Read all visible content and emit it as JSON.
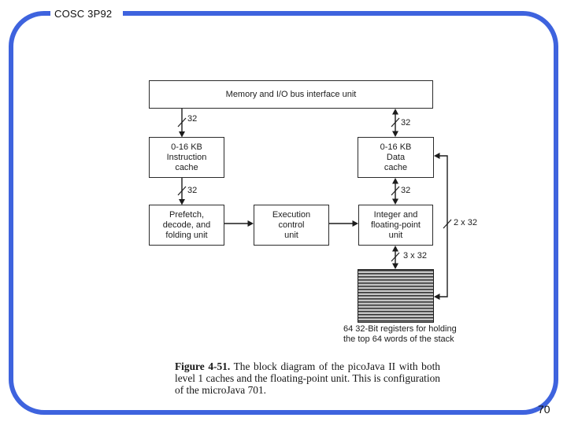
{
  "slide": {
    "course_code": "COSC 3P92",
    "page_number": "70",
    "accent_color": "#3E63DE"
  },
  "diagram": {
    "boxes": {
      "memory": [
        "Memory and I/O bus interface unit"
      ],
      "instruction_cache": [
        "0-16 KB",
        "Instruction",
        "cache"
      ],
      "data_cache": [
        "0-16 KB",
        "Data",
        "cache"
      ],
      "prefetch": [
        "Prefetch,",
        "decode, and",
        "folding unit"
      ],
      "execution": [
        "Execution",
        "control",
        "unit"
      ],
      "integer_fp": [
        "Integer and",
        "floating-point",
        "unit"
      ]
    },
    "bus_labels": {
      "memory_to_icache": "32",
      "memory_to_dcache": "32",
      "icache_to_prefetch": "32",
      "dcache_to_integer": "32",
      "integer_to_stack": "3 x 32",
      "stack_to_dcache": "2 x 32"
    },
    "stack_caption": [
      "64 32-Bit registers for holding",
      "the top 64 words of the stack"
    ]
  },
  "figure_caption": {
    "label": "Figure 4-51.",
    "text": "The block diagram of the picoJava II with both level 1 caches and the floating-point unit. This is configuration of the microJava 701."
  }
}
